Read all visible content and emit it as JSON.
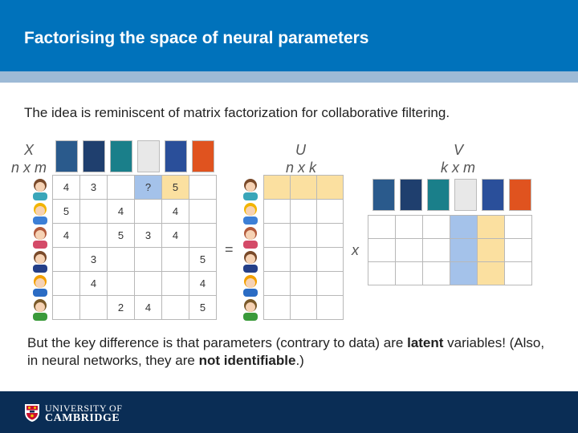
{
  "header": {
    "title": "Factorising the space of neural parameters"
  },
  "intro": "The idea is reminiscent of matrix factorization for collaborative filtering.",
  "matrix_x": {
    "name": "X",
    "dims": "n x m",
    "rows": [
      [
        "4",
        "3",
        "",
        "?",
        "5",
        ""
      ],
      [
        "5",
        "",
        "4",
        "",
        "4",
        ""
      ],
      [
        "4",
        "",
        "5",
        "3",
        "4",
        ""
      ],
      [
        "",
        "3",
        "",
        "",
        "",
        "5"
      ],
      [
        "",
        "4",
        "",
        "",
        "",
        "4"
      ],
      [
        "",
        "",
        "2",
        "4",
        "",
        "5"
      ]
    ]
  },
  "matrix_u": {
    "name": "U",
    "dims": "n x k"
  },
  "matrix_v": {
    "name": "V",
    "dims": "k x m"
  },
  "operators": {
    "equals": "=",
    "times": "x"
  },
  "bottom": {
    "part1": "But the key difference is that parameters (contrary to data) are ",
    "latent": "latent",
    "part2": " variables! (Also, in neural networks, they are ",
    "not_identifiable": "not identifiable",
    "part3": ".)"
  },
  "footer": {
    "line1": "UNIVERSITY OF",
    "line2": "CAMBRIDGE"
  },
  "colors": {
    "header": "#0072bb",
    "stripe": "#9dbad6",
    "footer": "#0a2d55",
    "highlight_yellow": "#fbe0a0",
    "highlight_blue": "#a4c2ea"
  },
  "book_colors": [
    "#2a5a8c",
    "#1f3f6e",
    "#1a7f8a",
    "#e8e8e8",
    "#2a4f9a",
    "#e0531f"
  ],
  "person_colors": [
    {
      "hair": "#7a4a2a",
      "shirt": "#3aa6b9"
    },
    {
      "hair": "#f2b400",
      "shirt": "#3c7fd6"
    },
    {
      "hair": "#b25a3c",
      "shirt": "#d44a68"
    },
    {
      "hair": "#7a4a2a",
      "shirt": "#243e87"
    },
    {
      "hair": "#f2a000",
      "shirt": "#2b6cc4"
    },
    {
      "hair": "#7a5a2a",
      "shirt": "#3a9a3a"
    }
  ]
}
